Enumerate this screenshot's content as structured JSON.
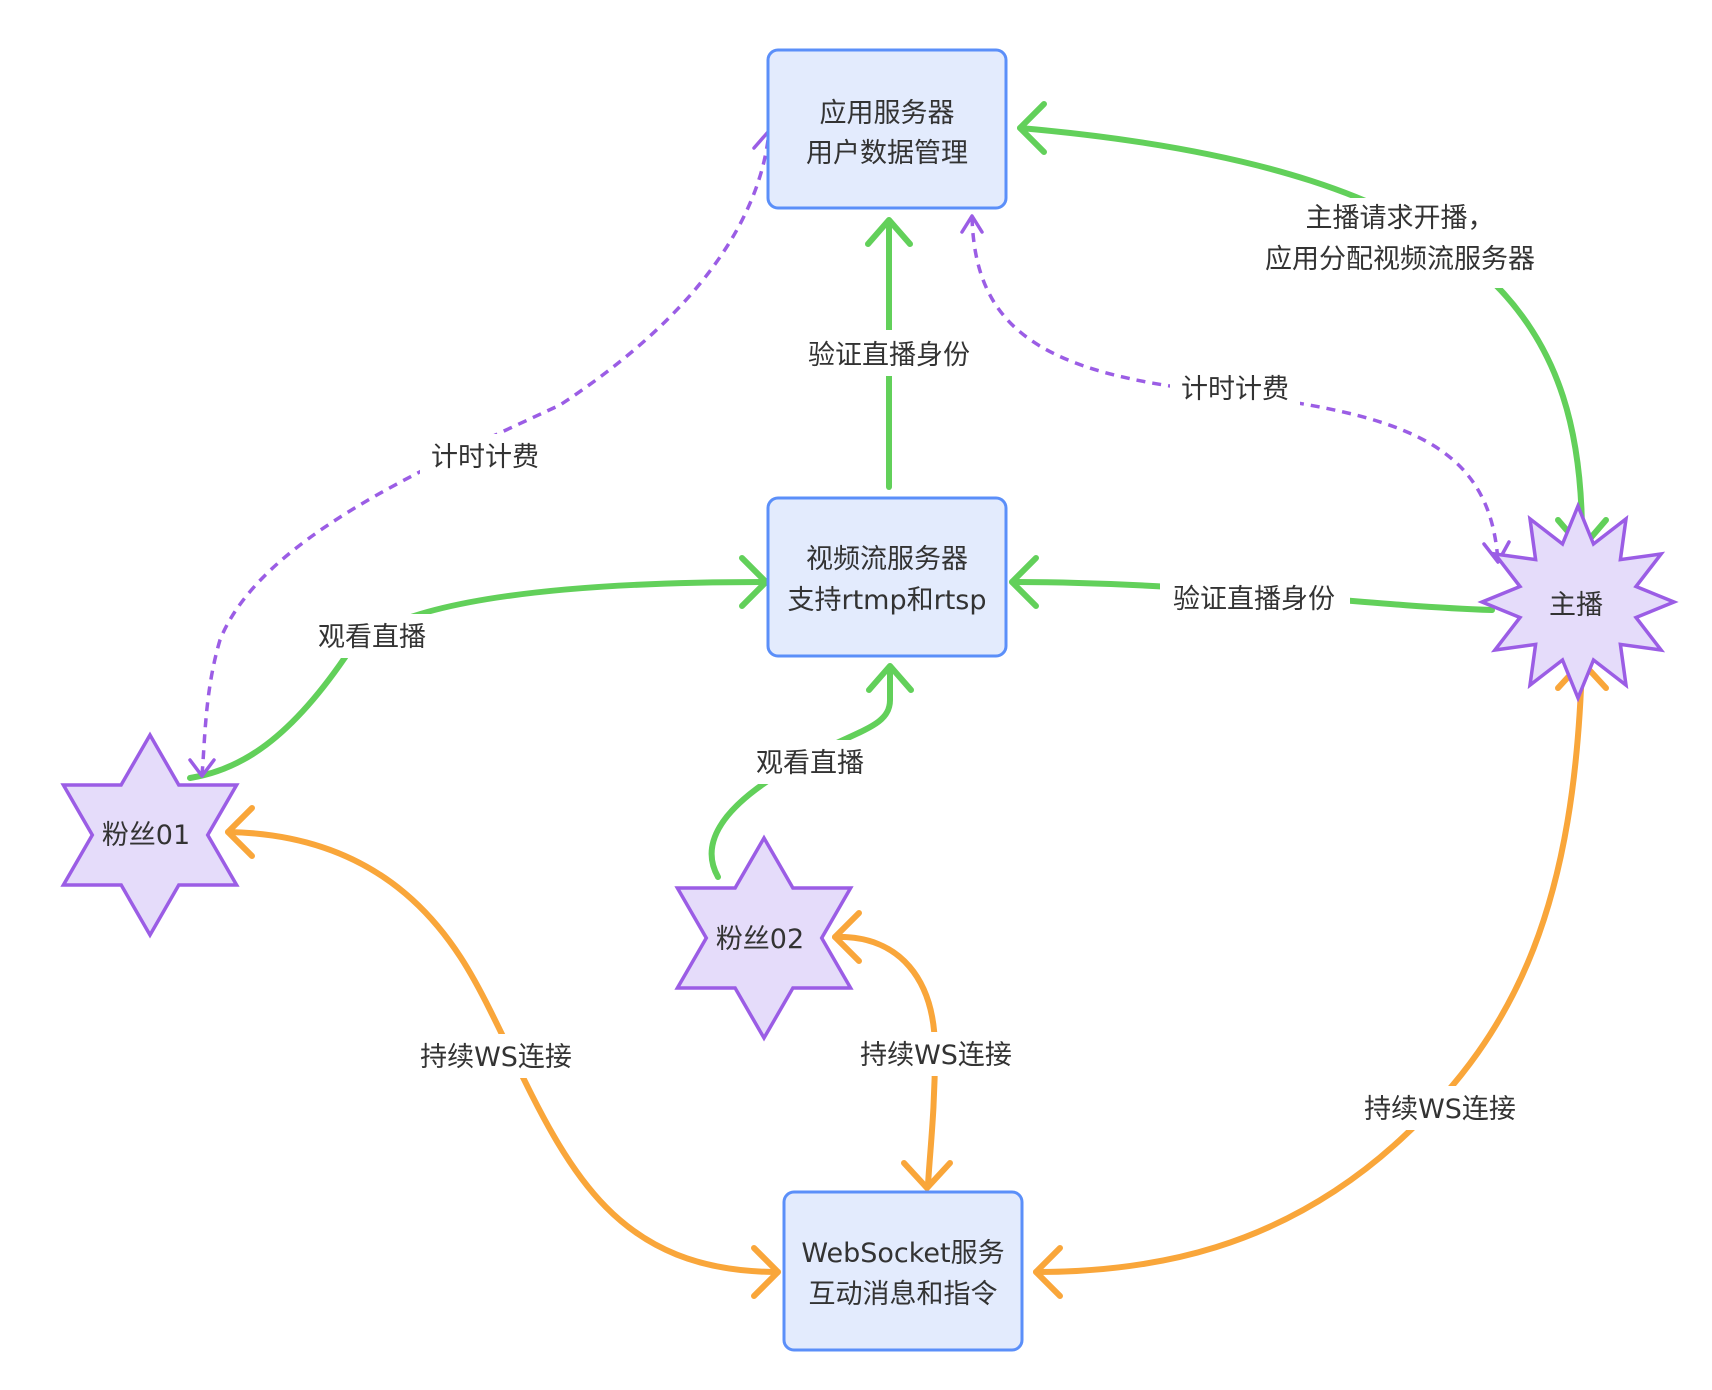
{
  "colors": {
    "box_fill": "#e3ebfd",
    "box_stroke": "#5b8ff9",
    "star_fill": "#e5dcfa",
    "star_stroke": "#9b5de5",
    "green": "#62d05a",
    "orange": "#f9a63a",
    "purple": "#9b5de5",
    "text": "#333333"
  },
  "nodes": {
    "app_server": {
      "line1": "应用服务器",
      "line2": "用户数据管理"
    },
    "stream_server": {
      "line1": "视频流服务器",
      "line2": "支持rtmp和rtsp"
    },
    "ws_server": {
      "line1": "WebSocket服务",
      "line2": "互动消息和指令"
    },
    "anchor": {
      "label": "主播"
    },
    "fan01": {
      "label": "粉丝01"
    },
    "fan02": {
      "label": "粉丝02"
    }
  },
  "edges": {
    "anchor_to_app": {
      "line1": "主播请求开播，",
      "line2": "应用分配视频流服务器"
    },
    "stream_to_app": {
      "label": "验证直播身份"
    },
    "app_anchor_billing": {
      "label": "计时计费"
    },
    "app_fan01_billing": {
      "label": "计时计费"
    },
    "anchor_to_stream": {
      "label": "验证直播身份"
    },
    "fan01_to_stream": {
      "label": "观看直播"
    },
    "fan02_to_stream": {
      "label": "观看直播"
    },
    "fan01_ws": {
      "label": "持续WS连接"
    },
    "fan02_ws": {
      "label": "持续WS连接"
    },
    "anchor_ws": {
      "label": "持续WS连接"
    }
  }
}
